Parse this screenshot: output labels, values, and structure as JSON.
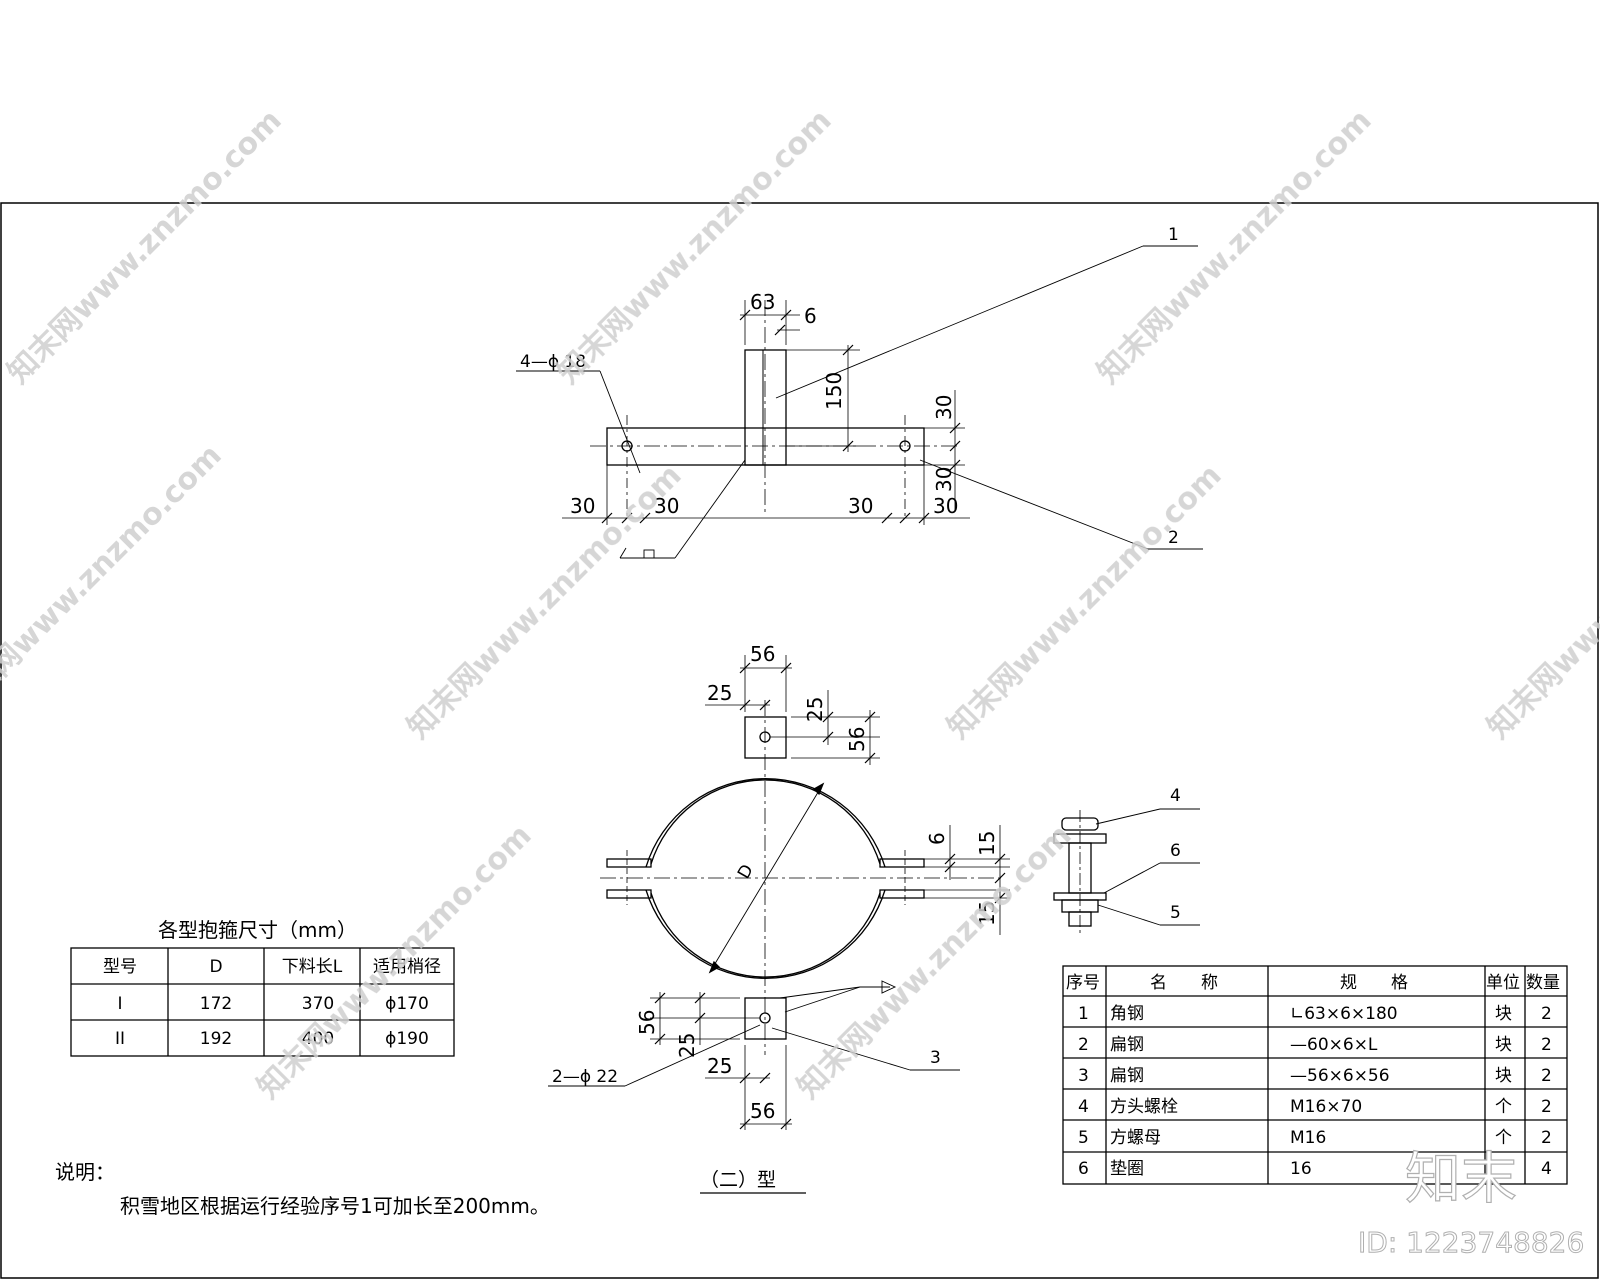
{
  "top_view": {
    "dims": {
      "w63": "63",
      "w6": "6",
      "h150": "150",
      "hole": "4—ϕ  18",
      "s30a": "30",
      "s30b": "30",
      "s30c": "30",
      "s30d": "30",
      "v30a": "30",
      "v30b": "30"
    },
    "callouts": {
      "c1": "1",
      "c2": "2"
    }
  },
  "front_view": {
    "dims": {
      "t56": "56",
      "t25": "25",
      "r25": "25",
      "r56": "56",
      "d": "D",
      "g6": "6",
      "g15a": "15",
      "g15b": "15",
      "l56": "56",
      "l25": "25",
      "b25": "25",
      "b56": "56",
      "hole": "2—ϕ  22"
    },
    "callouts": {
      "c3": "3"
    },
    "caption": "（二）型"
  },
  "bolt": {
    "callouts": {
      "c4": "4",
      "c5": "5",
      "c6": "6"
    }
  },
  "size_table": {
    "title": "各型抱箍尺寸（mm）",
    "headers": [
      "型号",
      "D",
      "下料长L",
      "适用梢径"
    ],
    "rows": [
      [
        "I",
        "172",
        "370",
        "ϕ170"
      ],
      [
        "II",
        "192",
        "400",
        "ϕ190"
      ]
    ]
  },
  "parts_table": {
    "headers": [
      "序号",
      "名　　称",
      "规　　格",
      "单位",
      "数量"
    ],
    "rows": [
      [
        "1",
        "角钢",
        "∟63×6×180",
        "块",
        "2"
      ],
      [
        "2",
        "扁钢",
        "—60×6×L",
        "块",
        "2"
      ],
      [
        "3",
        "扁钢",
        "—56×6×56",
        "块",
        "2"
      ],
      [
        "4",
        "方头螺栓",
        "M16×70",
        "个",
        "2"
      ],
      [
        "5",
        "方螺母",
        "M16",
        "个",
        "2"
      ],
      [
        "6",
        "垫圈",
        "16",
        "",
        "4"
      ]
    ]
  },
  "notes": {
    "heading": "说明：",
    "text": "积雪地区根据运行经验序号1可加长至200mm。"
  },
  "watermark": {
    "text": "知末网www.znzmo.com",
    "logo": "知末",
    "id": "ID: 1223748826"
  }
}
